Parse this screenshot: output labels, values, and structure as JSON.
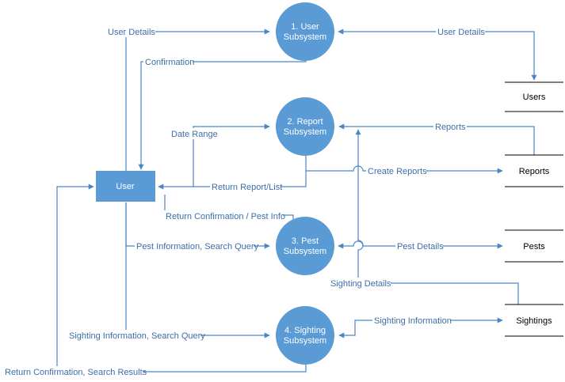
{
  "processes": {
    "user_subsystem": {
      "line1": "1. User",
      "line2": "Subsystem"
    },
    "report_subsystem": {
      "line1": "2. Report",
      "line2": "Subsystem"
    },
    "pest_subsystem": {
      "line1": "3. Pest",
      "line2": "Subsystem"
    },
    "sighting_subsystem": {
      "line1": "4. Sighting",
      "line2": "Subsystem"
    }
  },
  "entity": {
    "user": "User"
  },
  "stores": {
    "users": "Users",
    "reports": "Reports",
    "pests": "Pests",
    "sightings": "Sightings"
  },
  "flows": {
    "user_details_in": "User Details",
    "user_details_store": "User Details",
    "confirmation": "Confirmation",
    "date_range": "Date Range",
    "reports": "Reports",
    "create_reports": "Create Reports",
    "return_report_list": "Return Report/List",
    "return_confirmation_pest": "Return Confirmation / Pest Info",
    "pest_information": "Pest Information, Search Query",
    "pest_details": "Pest Details",
    "sighting_details": "Sighting Details",
    "sighting_information_query": "Sighting Information, Search Query",
    "sighting_information": "Sighting Information",
    "return_confirmation_search": "Return Confirmation, Search Results"
  },
  "colors": {
    "process_fill": "#5b9bd5",
    "flow_line": "#4a86c8",
    "label_text": "#3c6ea8"
  }
}
